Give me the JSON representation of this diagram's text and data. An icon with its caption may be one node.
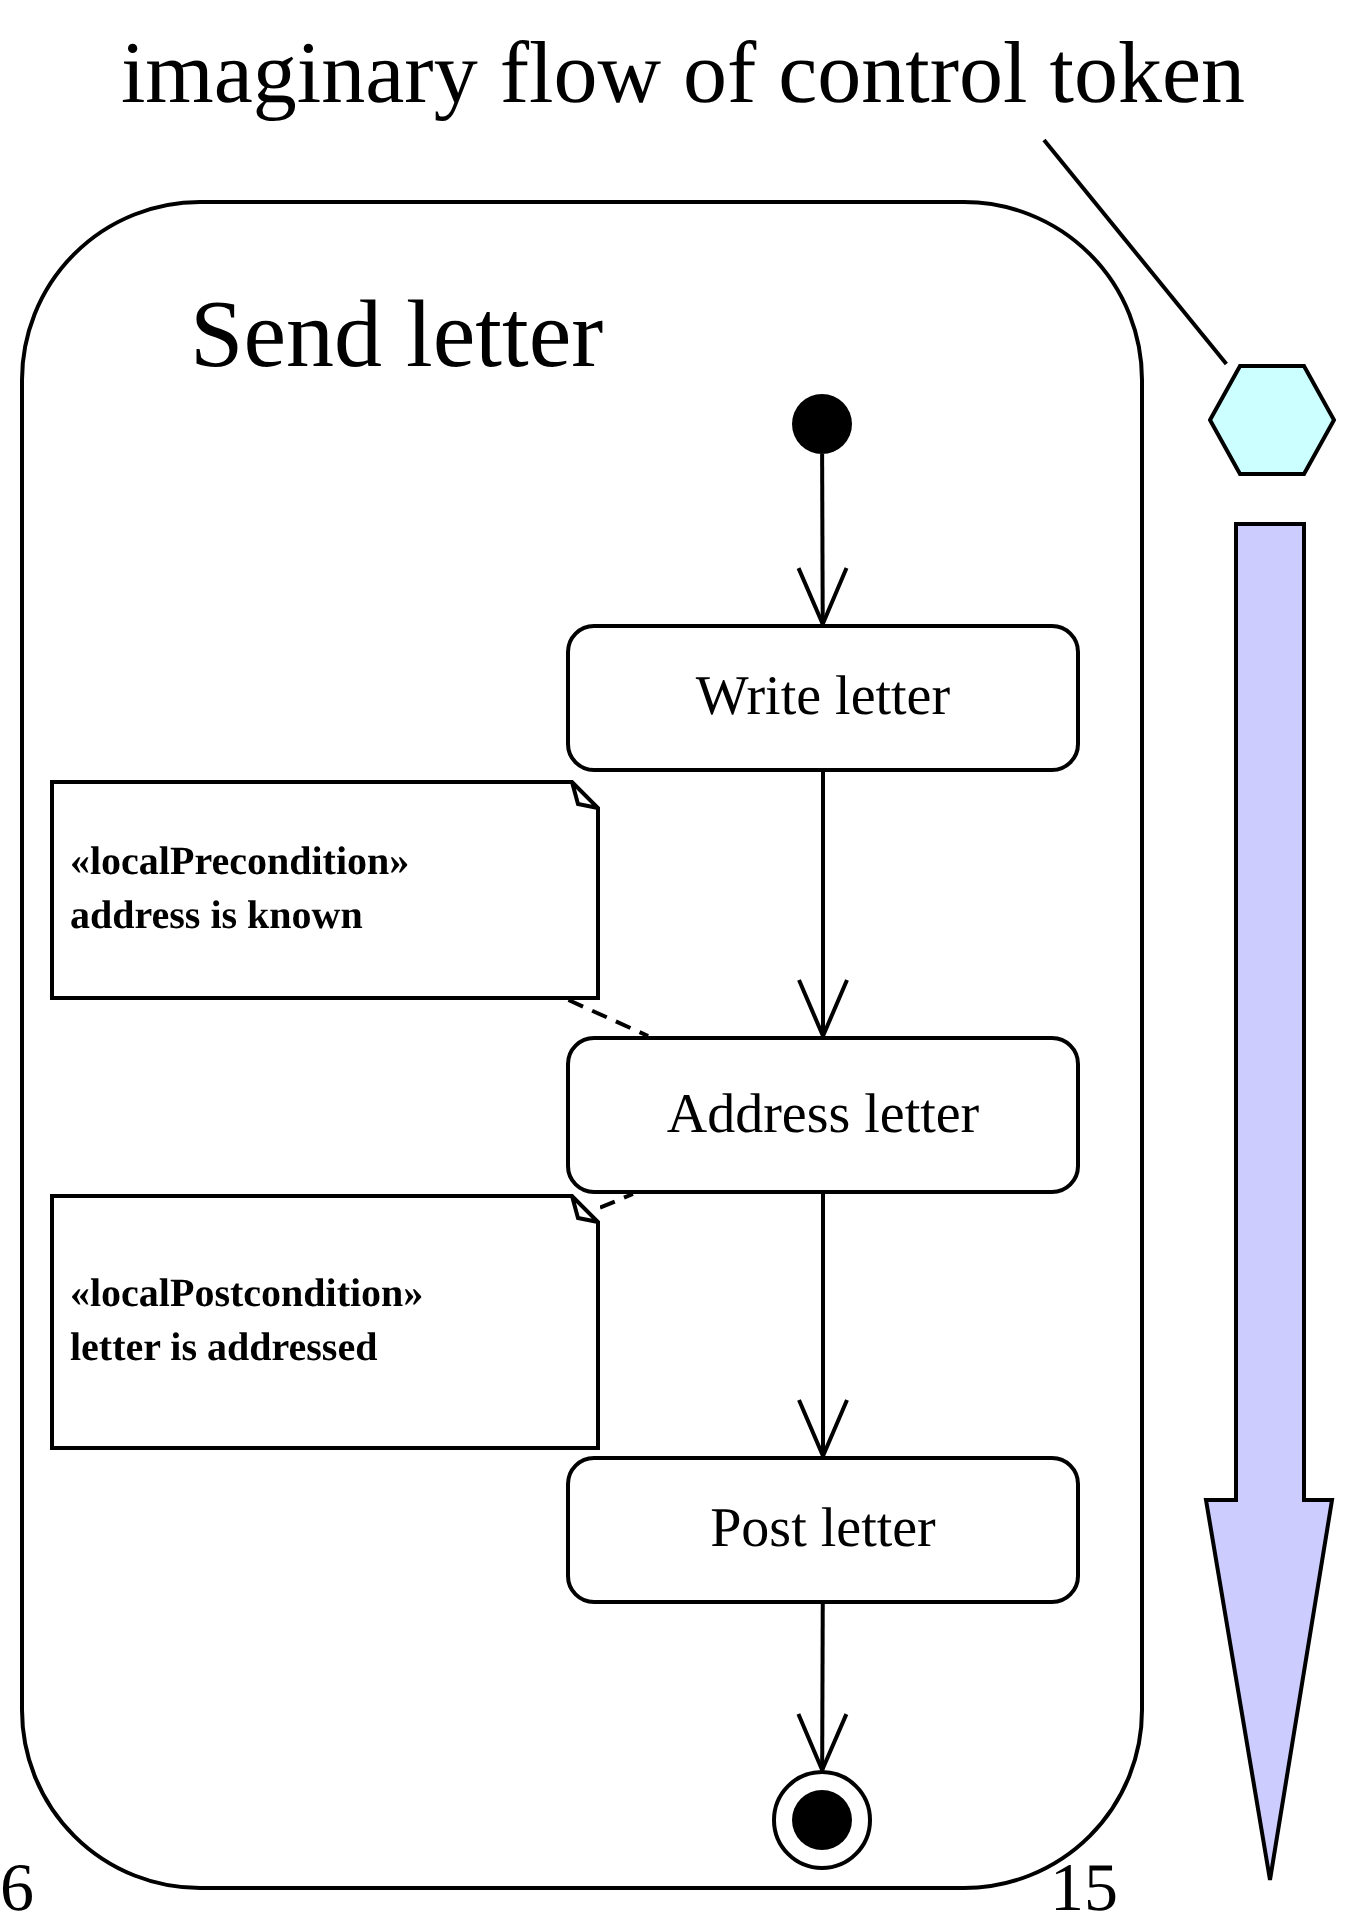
{
  "diagram": {
    "nodes": [
      {
        "text": [
          "imaginary flow of control token"
        ]
      },
      {
        "text": [
          "Send letter"
        ]
      },
      {
        "text": [],
        "shape": "circle",
        "in": 1
      },
      {
        "text": [
          "Write letter"
        ],
        "in": 1
      },
      {
        "text": [
          "«localPrecondition»",
          "address is known"
        ],
        "in": 1
      },
      {
        "text": [
          "Address letter"
        ],
        "in": 1
      },
      {
        "text": [
          "«localPostcondition»",
          "letter is addressed"
        ],
        "in": 1
      },
      {
        "text": [
          "Post letter"
        ],
        "in": 1
      },
      {
        "text": [],
        "shape": "bullseye",
        "in": 1
      },
      {
        "text": [],
        "shape": "hexagon"
      }
    ],
    "edges": [
      {
        "from": 0,
        "to": 9,
        "arrow": "none"
      },
      {
        "from": 2,
        "to": 3,
        "arrow": "to"
      },
      {
        "from": 3,
        "to": 5,
        "arrow": "to"
      },
      {
        "from": 4,
        "to": 5,
        "arrow": "none",
        "style": "dashed"
      },
      {
        "from": 6,
        "to": 5,
        "arrow": "none",
        "style": "dashed"
      },
      {
        "from": 5,
        "to": 7,
        "arrow": "to"
      },
      {
        "from": 7,
        "to": 8,
        "arrow": "to"
      }
    ],
    "labels": [
      "6",
      "15"
    ]
  }
}
